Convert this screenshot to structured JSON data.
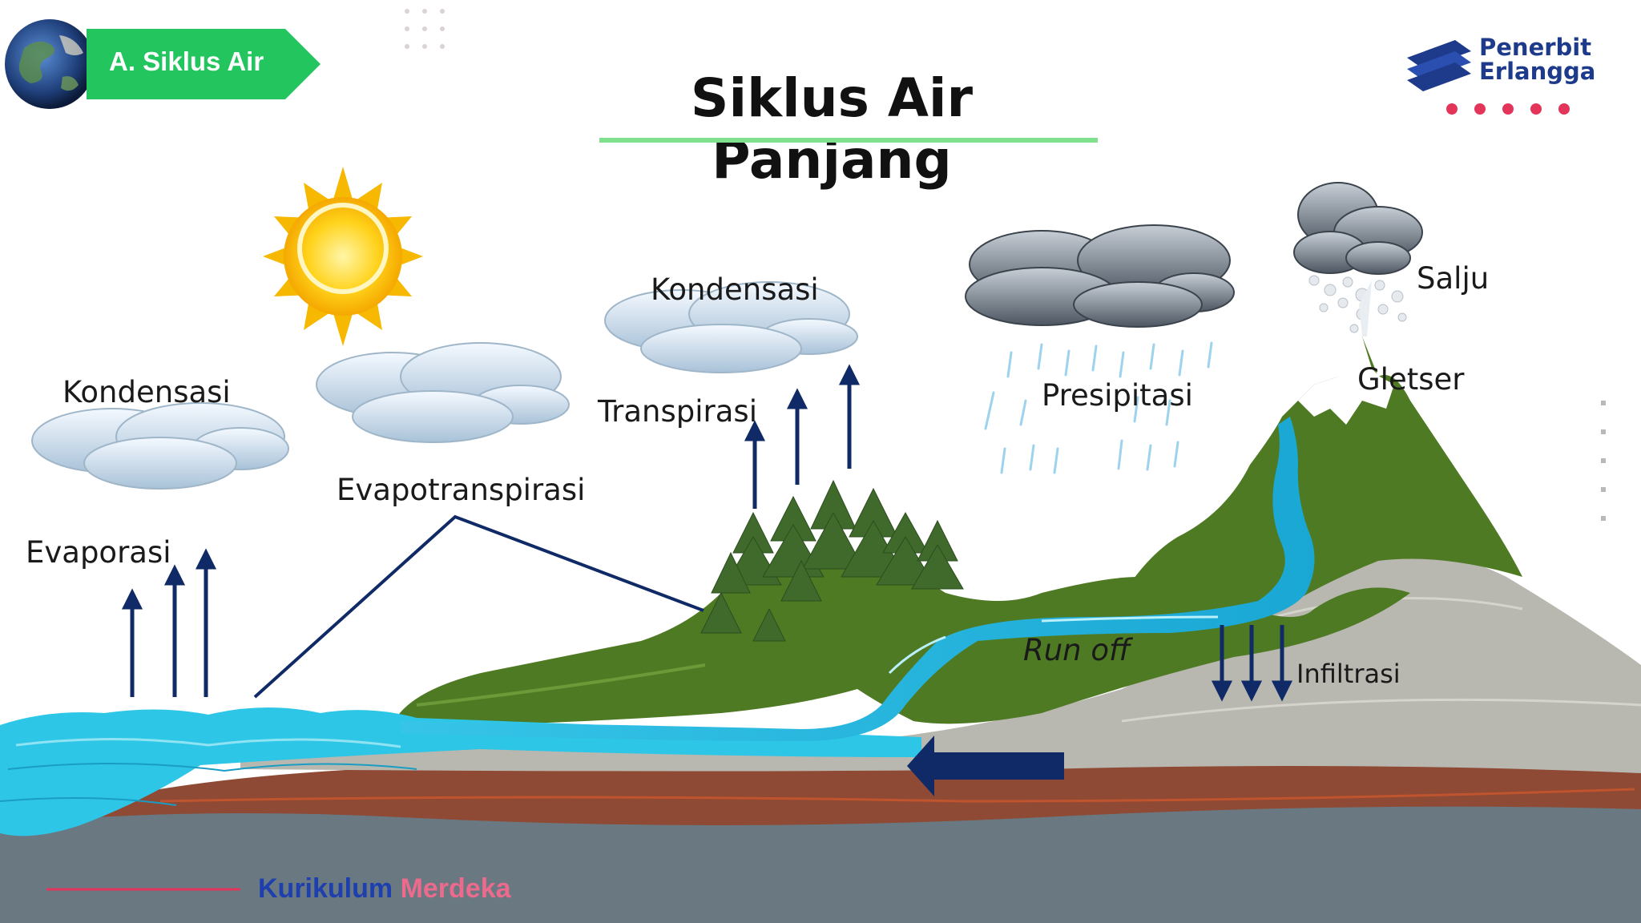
{
  "badge": {
    "label": "A. Siklus Air"
  },
  "title": "Siklus Air Panjang",
  "publisher": {
    "line1": "Penerbit",
    "line2": "Erlangga"
  },
  "labels": {
    "kondensasi_left": "Kondensasi",
    "kondensasi_center": "Kondensasi",
    "evaporasi": "Evaporasi",
    "evapotranspirasi": "Evapotranspirasi",
    "transpirasi": "Transpirasi",
    "presipitasi": "Presipitasi",
    "salju": "Salju",
    "gletser": "Gletser",
    "run_off": "Run off",
    "infiltrasi": "Infiltrasi"
  },
  "footer": {
    "part1": "Kurikulum",
    "part2": "Merdeka"
  },
  "colors": {
    "badge_green": "#22c55e",
    "title_underline": "#7fe08e",
    "arrow_navy": "#0f2a66",
    "water": "#2ec6e6",
    "grass": "#4f7a24",
    "rock": "#b8b8b0",
    "soil": "#8e4a34",
    "bedrock": "#6a7882"
  }
}
